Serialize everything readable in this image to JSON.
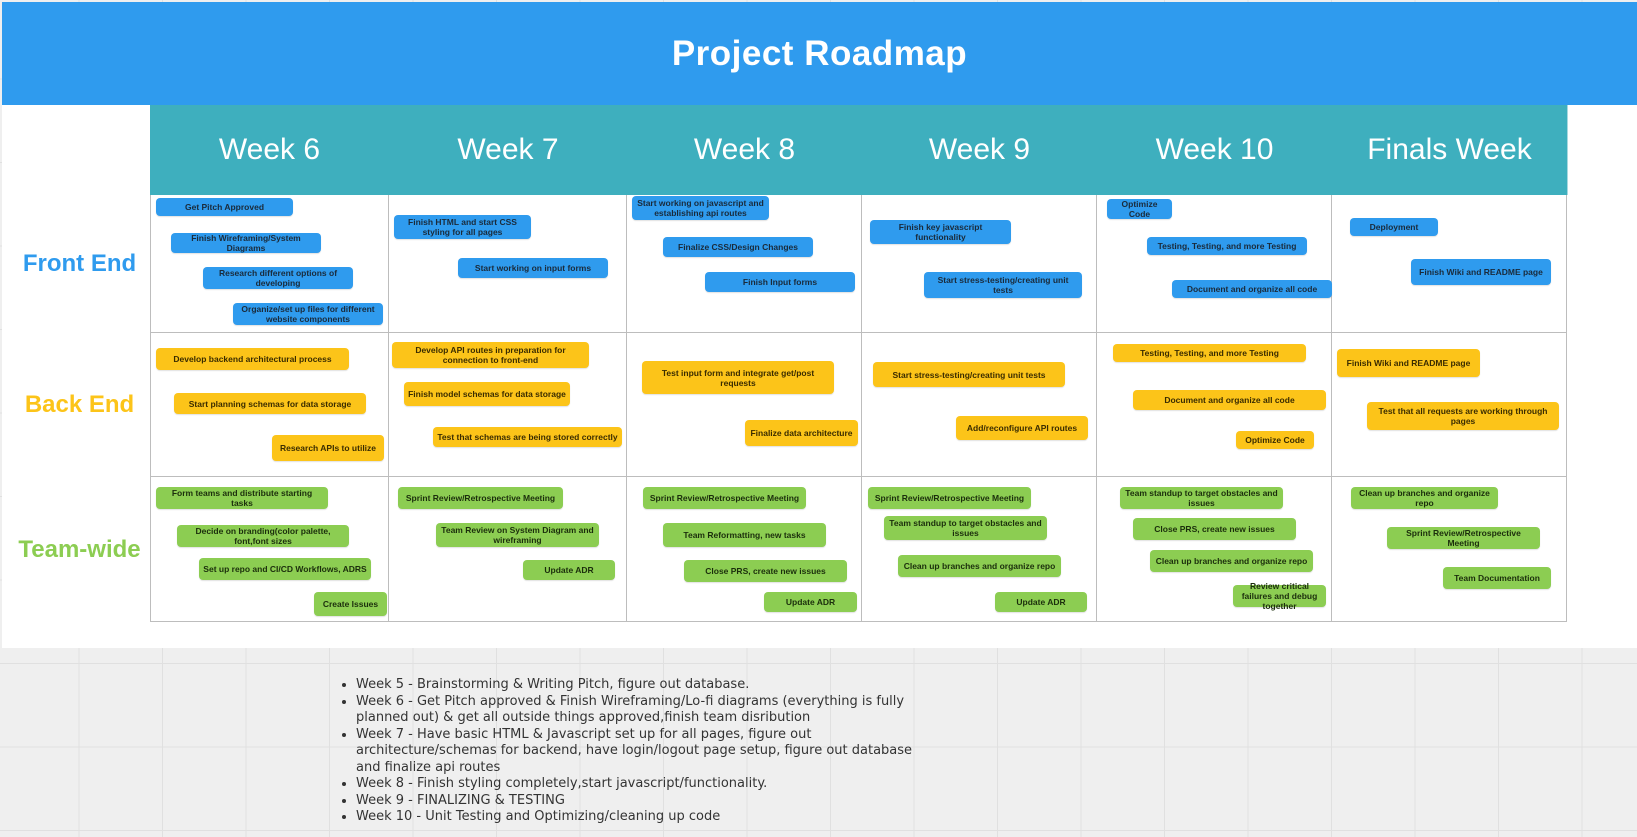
{
  "title": "Project Roadmap",
  "weeks": [
    "Week 6",
    "Week 7",
    "Week 8",
    "Week 9",
    "Week 10",
    "Finals Week"
  ],
  "rows": {
    "front_end": {
      "label": "Front End",
      "color": "#2f9bee"
    },
    "back_end": {
      "label": "Back End",
      "color": "#fcc419"
    },
    "team_wide": {
      "label": "Team-wide",
      "color": "#8ccd52"
    }
  },
  "stickies": {
    "front_end": {
      "week6": [
        "Get Pitch Approved",
        "Finish Wireframing/System Diagrams",
        "Research different options of developing",
        "Organize/set up files for different website components"
      ],
      "week7": [
        "Finish HTML and start CSS styling for all pages",
        "Start working on input forms"
      ],
      "week8": [
        "Start working on javascript and establishing api routes",
        "Finalize CSS/Design Changes",
        "Finish Input forms"
      ],
      "week9": [
        "Finish key javascript functionality",
        "Start stress-testing/creating unit tests"
      ],
      "week10": [
        "Optimize Code",
        "Testing, Testing, and more Testing",
        "Document and organize all code"
      ],
      "finals": [
        "Deployment",
        "Finish Wiki and README page"
      ]
    },
    "back_end": {
      "week6": [
        "Develop backend architectural process",
        "Start planning schemas for data storage",
        "Research APIs to utilize"
      ],
      "week7": [
        "Develop API routes in preparation for connection to front-end",
        "Finish model schemas for data storage",
        "Test that schemas are being stored correctly"
      ],
      "week8": [
        "Test input form and integrate get/post requests",
        "Finalize data architecture"
      ],
      "week9": [
        "Start stress-testing/creating unit tests",
        "Add/reconfigure API routes"
      ],
      "week10": [
        "Testing, Testing, and more Testing",
        "Document and organize all code",
        "Optimize Code"
      ],
      "finals": [
        "Finish Wiki and README page",
        "Test that all requests are working through pages"
      ]
    },
    "team_wide": {
      "week6": [
        "Form teams and distribute starting tasks",
        "Decide on branding(color palette, font,font sizes",
        "Set up repo and CI/CD Workflows, ADRS",
        "Create Issues"
      ],
      "week7": [
        "Sprint Review/Retrospective Meeting",
        "Team Review on System Diagram and wireframing",
        "Update ADR"
      ],
      "week8": [
        "Sprint Review/Retrospective Meeting",
        "Team Reformatting, new tasks",
        "Close PRS, create new issues",
        "Update ADR"
      ],
      "week9": [
        "Sprint Review/Retrospective Meeting",
        "Team standup to target obstacles and issues",
        "Clean up branches and organize repo",
        "Update ADR"
      ],
      "week10": [
        "Team standup to target obstacles and issues",
        "Close PRS, create new issues",
        "Clean up branches and organize repo",
        "Review critical failures and debug together"
      ],
      "finals": [
        "Clean up branches and organize repo",
        "Sprint Review/Retrospective Meeting",
        "Team Documentation"
      ]
    }
  },
  "notes": [
    "Week 5 - Brainstorming & Writing Pitch, figure out database.",
    "Week 6 - Get Pitch approved & Finish Wireframing/Lo-fi diagrams (everything is fully planned out) & get all outside things approved,finish team disribution",
    "Week 7 - Have basic HTML & Javascript set up for all pages, figure out architecture/schemas for backend, have login/logout page setup, figure out database and finalize api routes",
    "Week 8 - Finish styling completely,start javascript/functionality.",
    "Week 9 - FINALIZING & TESTING",
    "Week 10 - Unit Testing and Optimizing/cleaning up code"
  ]
}
